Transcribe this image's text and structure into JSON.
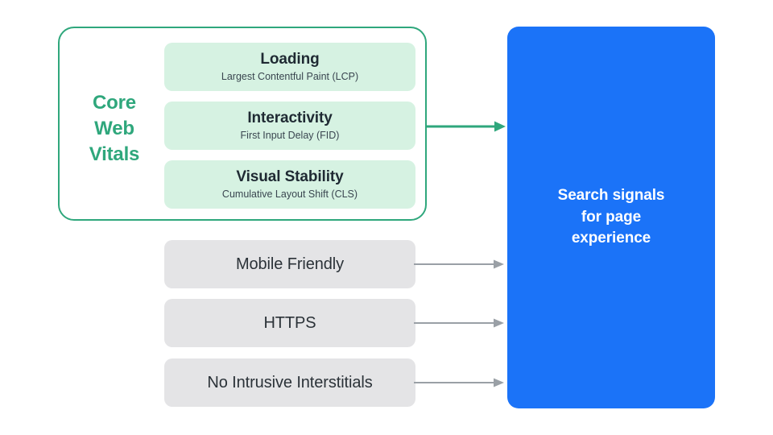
{
  "diagram": {
    "core_web_vitals": {
      "label_lines": [
        "Core",
        "Web",
        "Vitals"
      ],
      "accent_color": "#2FA77C",
      "border_color": "#2FA77C",
      "pill_fill": "#D6F2E2",
      "metrics": [
        {
          "title": "Loading",
          "subtitle": "Largest Contentful Paint (LCP)"
        },
        {
          "title": "Interactivity",
          "subtitle": "First Input Delay (FID)"
        },
        {
          "title": "Visual Stability",
          "subtitle": "Cumulative Layout Shift (CLS)"
        }
      ]
    },
    "other_signals": {
      "pill_fill": "#E4E4E6",
      "items": [
        {
          "title": "Mobile Friendly"
        },
        {
          "title": "HTTPS"
        },
        {
          "title": "No Intrusive Interstitials"
        }
      ]
    },
    "output": {
      "text": "Search signals\nfor page\nexperience",
      "line_1": "Search signals",
      "line_2": "for page",
      "line_3": "experience",
      "fill_color": "#1B73F8",
      "text_color": "#FFFFFF"
    },
    "arrows": {
      "green": {
        "icon": "arrow-right-icon",
        "color": "#2FA77C"
      },
      "gray": {
        "icon": "arrow-right-icon",
        "color": "#9AA0A6"
      }
    },
    "background_color": "#FFFFFF"
  }
}
